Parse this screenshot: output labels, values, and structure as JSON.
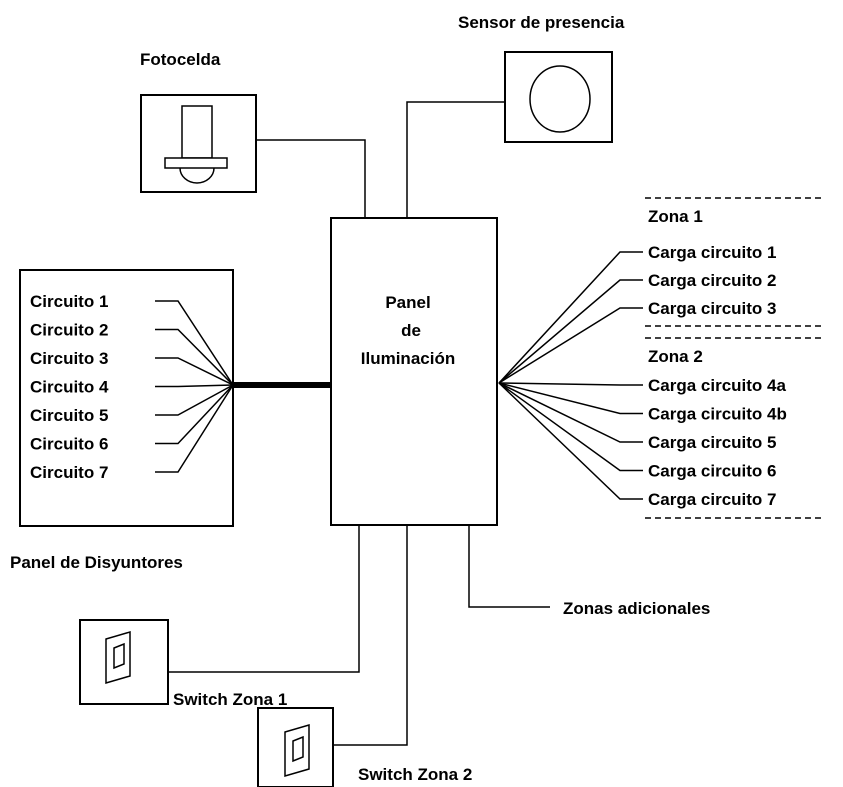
{
  "labels": {
    "fotocelda": "Fotocelda",
    "sensor": "Sensor de presencia",
    "panel_line1": "Panel",
    "panel_line2": "de",
    "panel_line3": "Iluminación",
    "breaker_panel": "Panel de Disyuntores",
    "switch1": "Switch Zona 1",
    "switch2": "Switch Zona 2",
    "zonas_adicionales": "Zonas adicionales"
  },
  "breaker_circuits": [
    "Circuito 1",
    "Circuito 2",
    "Circuito 3",
    "Circuito 4",
    "Circuito 5",
    "Circuito 6",
    "Circuito 7"
  ],
  "zone1": {
    "title": "Zona 1",
    "loads": [
      "Carga circuito 1",
      "Carga circuito 2",
      "Carga circuito 3"
    ]
  },
  "zone2": {
    "title": "Zona 2",
    "loads": [
      "Carga circuito 4a",
      "Carga circuito 4b",
      "Carga circuito 5",
      "Carga circuito 6",
      "Carga circuito 7"
    ]
  }
}
